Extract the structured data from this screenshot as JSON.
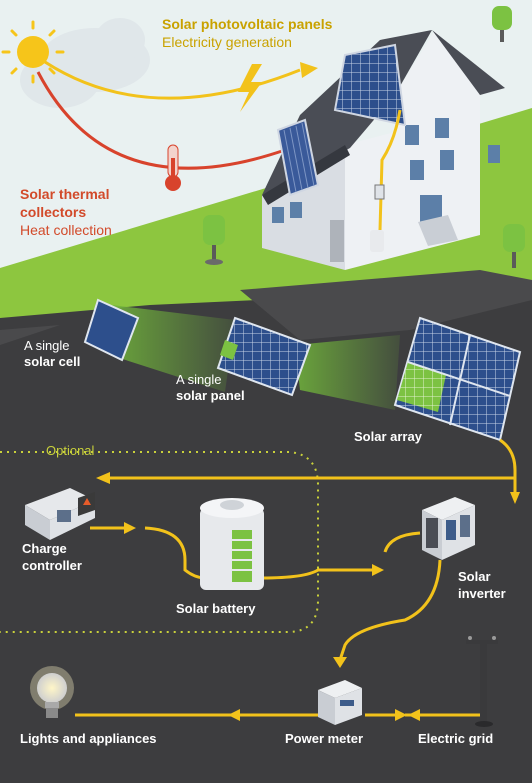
{
  "top": {
    "pv_title": "Solar photovoltaic panels",
    "pv_subtitle": "Electricity generation",
    "thermal_title_line1": "Solar thermal",
    "thermal_title_line2": "collectors",
    "thermal_subtitle": "Heat collection"
  },
  "cell": {
    "line1": "A single",
    "line2": "solar cell"
  },
  "panel": {
    "line1": "A single",
    "line2": "solar panel"
  },
  "array": {
    "label": "Solar array"
  },
  "optional": {
    "label": "Optional"
  },
  "charge": {
    "line1": "Charge",
    "line2": "controller"
  },
  "battery": {
    "label": "Solar battery"
  },
  "inverter": {
    "line1": "Solar",
    "line2": "inverter"
  },
  "lights": {
    "label": "Lights and appliances"
  },
  "meter": {
    "label": "Power meter"
  },
  "grid": {
    "label": "Electric grid"
  },
  "colors": {
    "accent_yellow": "#f2c21b",
    "label_yellow": "#c9a200",
    "label_red": "#d24a2a",
    "grass": "#8dc63f",
    "ground": "#3d3d3f",
    "sky": "#e9f1f1"
  }
}
